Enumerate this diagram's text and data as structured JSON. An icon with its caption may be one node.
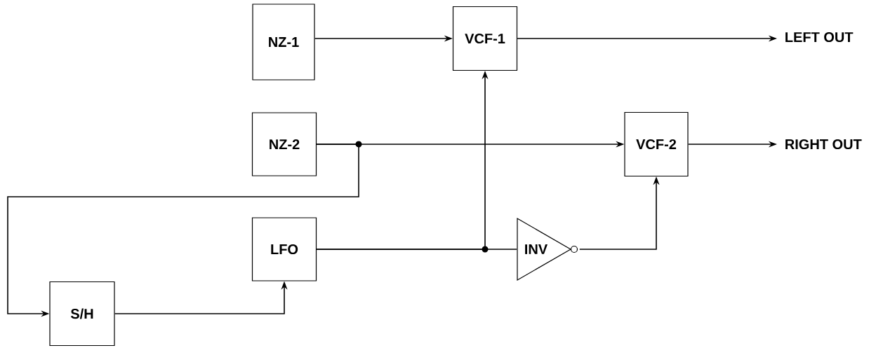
{
  "diagram": {
    "nodes": [
      {
        "text": [
          "NZ-1"
        ]
      },
      {
        "text": [
          "VCF-1"
        ]
      },
      {
        "text": [
          "LEFT OUT"
        ]
      },
      {
        "text": [
          "NZ-2"
        ]
      },
      {
        "text": [
          "VCF-2"
        ]
      },
      {
        "text": [
          "RIGHT OUT"
        ]
      },
      {
        "text": [
          "LFO"
        ]
      },
      {
        "text": [
          "INV"
        ]
      },
      {
        "text": [
          "S/H"
        ]
      }
    ],
    "edges": [
      {
        "from": 0,
        "to": 1,
        "arrow": "to"
      },
      {
        "from": 1,
        "to": 2,
        "arrow": "to"
      },
      {
        "from": 3,
        "to": 4,
        "arrow": "to"
      },
      {
        "from": 4,
        "to": 5,
        "arrow": "to"
      },
      {
        "from": 3,
        "to": 8,
        "arrow": "to"
      },
      {
        "from": 8,
        "to": 6,
        "arrow": "to"
      },
      {
        "from": 6,
        "to": 7,
        "arrow": "none"
      },
      {
        "from": 6,
        "to": 1,
        "arrow": "to"
      },
      {
        "from": 7,
        "to": 4,
        "arrow": "to"
      }
    ]
  }
}
